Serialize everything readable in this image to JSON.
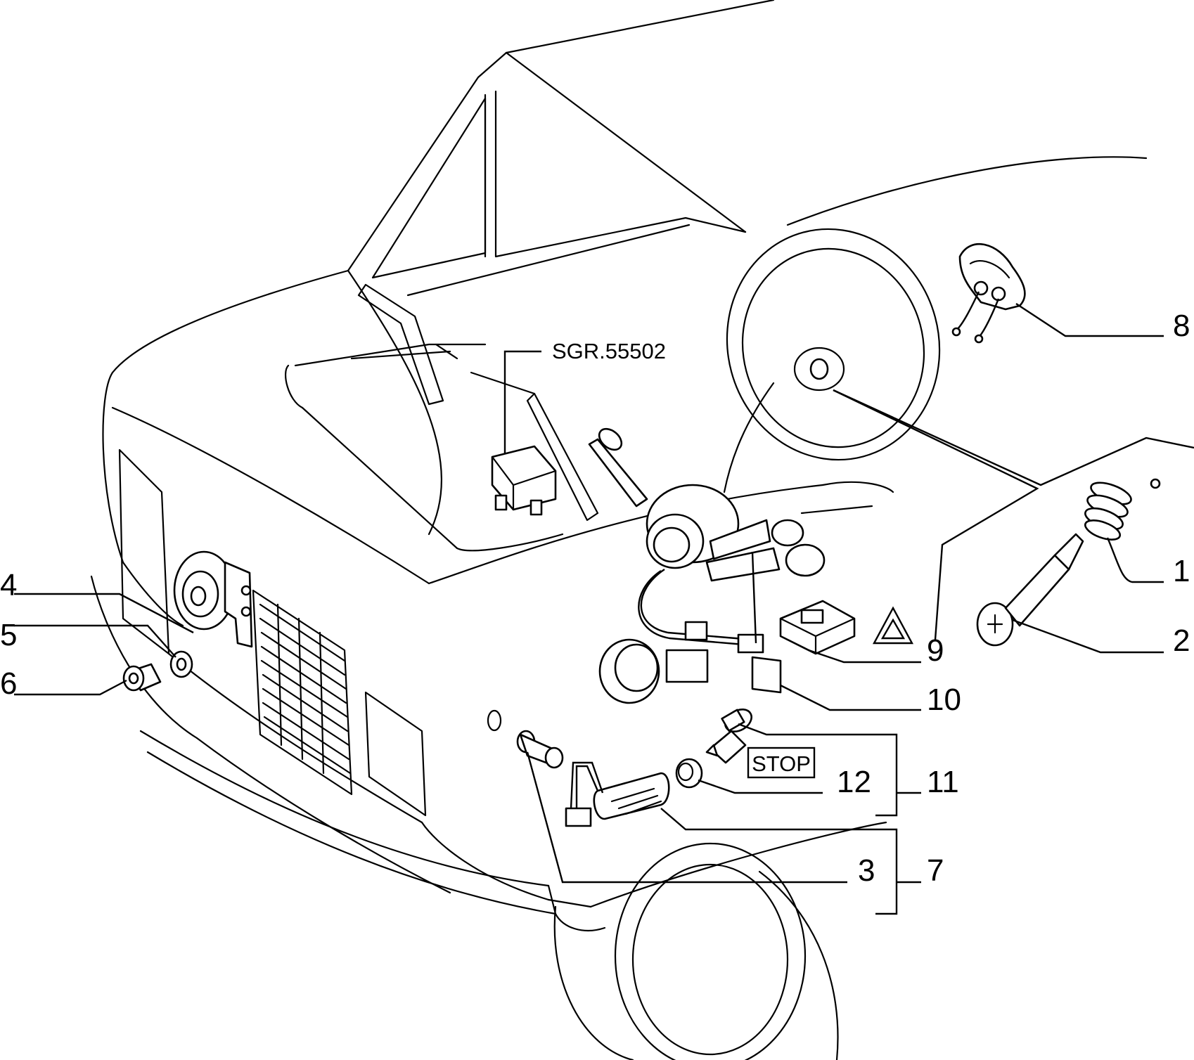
{
  "reference_code": "SGR.55502",
  "stop_label": "STOP",
  "callouts": {
    "c1": "1",
    "c2": "2",
    "c3": "3",
    "c4": "4",
    "c5": "5",
    "c6": "6",
    "c7": "7",
    "c8": "8",
    "c9": "9",
    "c10": "10",
    "c11": "11",
    "c12": "12"
  },
  "icons": {
    "hazard": "warning-triangle-icon"
  }
}
